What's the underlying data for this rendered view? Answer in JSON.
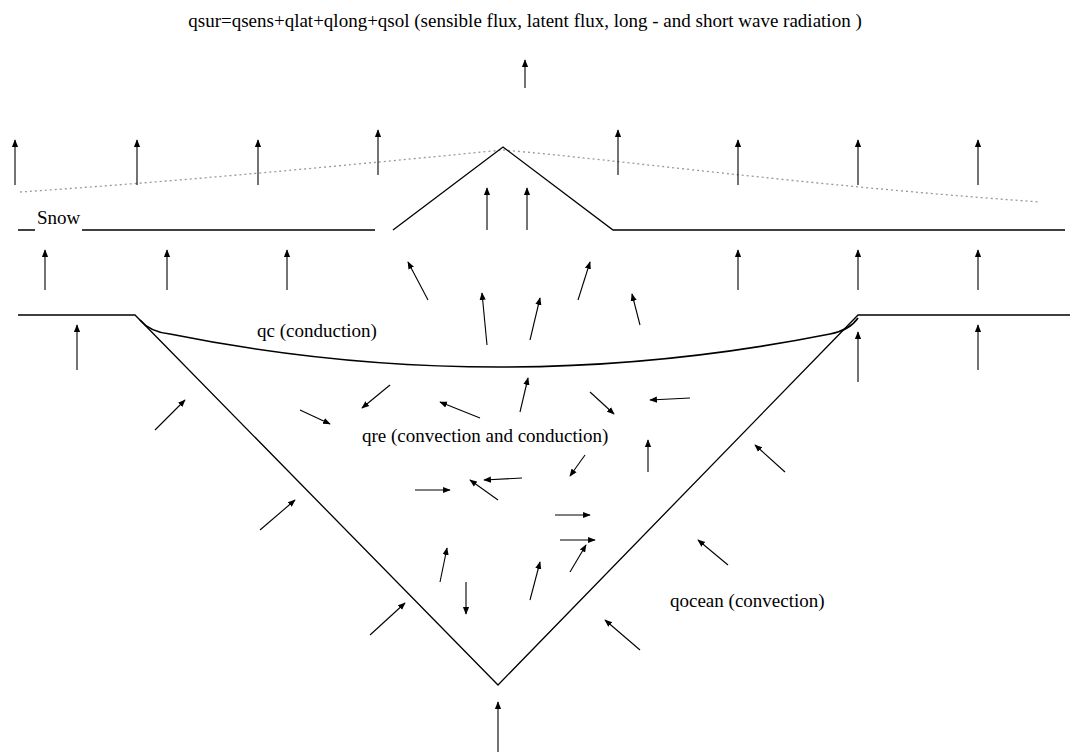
{
  "diagram": {
    "labels": [
      "qsur=qsens+qlat+qlong+qsol (sensible flux, latent flux, long - and short wave radiation )",
      "Snow",
      "qc (conduction)",
      "qre (convection and conduction)",
      "qocean (convection)"
    ]
  }
}
